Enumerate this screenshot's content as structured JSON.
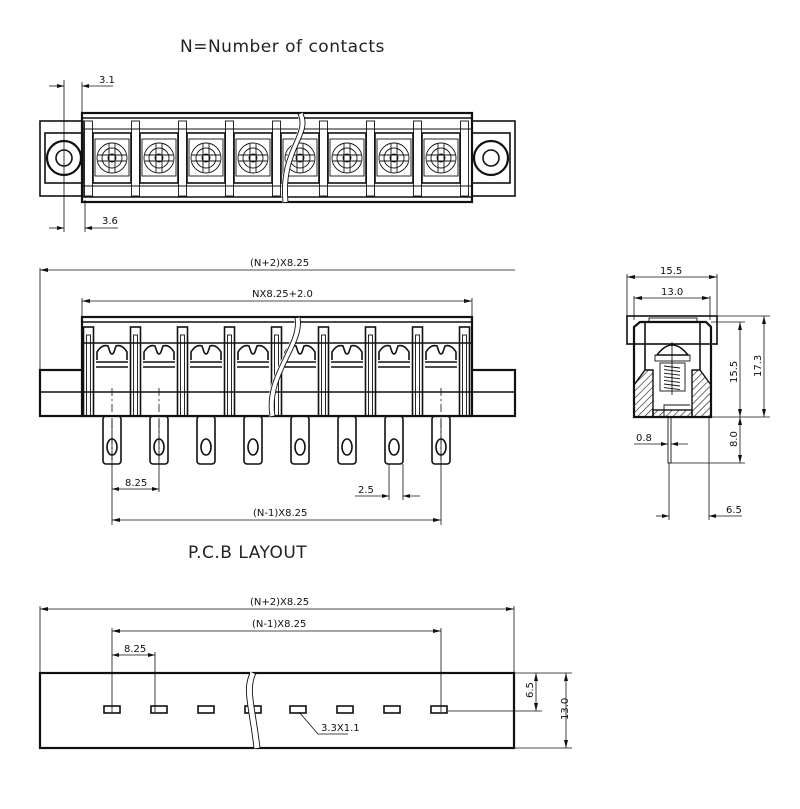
{
  "titles": {
    "note": "N=Number of contacts",
    "pcb_layout": "P.C.B LAYOUT"
  },
  "drawing": {
    "contact_count_shown": 8,
    "line_color": "#111111",
    "background": "#ffffff"
  },
  "top_view": {
    "dim_flange_offset": "3.1",
    "dim_flange_offset_bottom": "3.6"
  },
  "front_view": {
    "dim_overall": "(N+2)X8.25",
    "dim_body": "NX8.25+2.0",
    "dim_pitch": "8.25",
    "dim_pin_width": "2.5",
    "dim_pin_span": "(N-1)X8.25"
  },
  "side_view": {
    "dim_overall_width": "15.5",
    "dim_body_width": "13.0",
    "dim_body_height": "15.5",
    "dim_overall_height": "17.3",
    "dim_pin_length": "8.0",
    "dim_pin_thickness": "0.8",
    "dim_pin_offset": "6.5"
  },
  "pcb_layout": {
    "dim_overall": "(N+2)X8.25",
    "dim_pin_span": "(N-1)X8.25",
    "dim_pitch": "8.25",
    "dim_hole_offset": "6.5",
    "dim_board_depth": "13.0",
    "dim_hole_size": "3.3X1.1"
  }
}
